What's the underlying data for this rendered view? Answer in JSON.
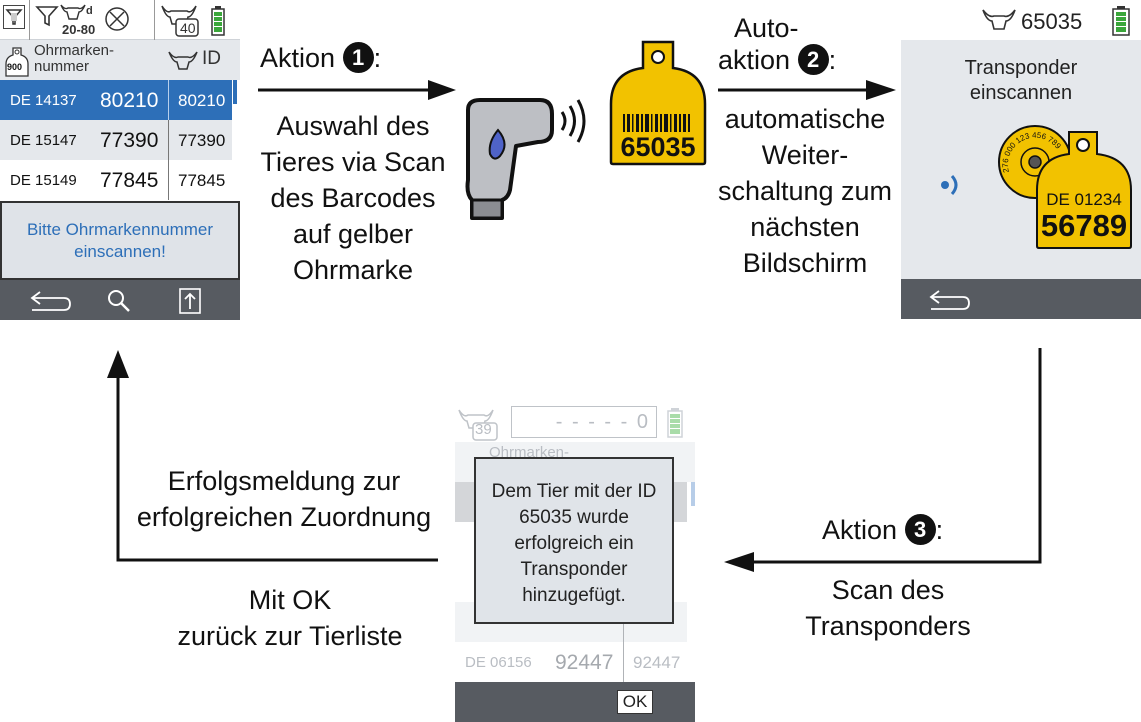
{
  "screen1": {
    "status": {
      "age_range": "20-80",
      "age_sub": "d",
      "count": "40"
    },
    "header": {
      "col_ear_label": "Ohrmarken-\nnummer",
      "badge": "900",
      "col_id": "ID"
    },
    "rows": [
      {
        "country": "DE 14137",
        "number": "80210",
        "id": "80210",
        "selected": true
      },
      {
        "country": "DE 15147",
        "number": "77390",
        "id": "77390",
        "selected": false
      },
      {
        "country": "DE 15149",
        "number": "77845",
        "id": "77845",
        "selected": false
      }
    ],
    "message": "Bitte Ohrmarkennummer einscannen!",
    "footer_icons": [
      "back-icon",
      "search-icon",
      "upload-icon"
    ]
  },
  "step1": {
    "title": "Aktion",
    "number": "1",
    "description": "Auswahl des Tieres via Scan des Barcodes auf gelber Ohrmarke"
  },
  "ear_tag_yellow": {
    "number": "65035"
  },
  "step2": {
    "title_line1": "Auto-",
    "title_line2": "aktion",
    "number": "2",
    "description": "automatische Weiter-schaltung zum nächsten Bildschirm"
  },
  "screen2": {
    "status_animal_id": "65035",
    "title": "Transponder einscannen",
    "tag_country": "DE 01234",
    "tag_number": "56789",
    "round_tag_digits": "276 000 123 456 789"
  },
  "step3": {
    "title": "Aktion",
    "number": "3",
    "description_line1": "Scan des",
    "description_line2": "Transponders"
  },
  "screen3": {
    "count": "39",
    "input_value": "- - - - - 0",
    "header_label": "Ohrmarken-",
    "rows": [
      {
        "country": "DE 06156",
        "number": "92447",
        "id": "92447"
      }
    ],
    "dialog": "Dem Tier mit der ID 65035 wurde erfolgreich ein Transponder hinzugefügt.",
    "ok_label": "OK"
  },
  "success_caption": "Erfolgsmeldung zur erfolgreichen Zuordnung",
  "return_caption_line1": "Mit OK",
  "return_caption_line2": "zurück zur Tierliste",
  "colors": {
    "accent_blue": "#2d6fb8",
    "tag_yellow": "#f2c200",
    "battery_green": "#3aa63a",
    "footer_gray": "#575b61"
  }
}
